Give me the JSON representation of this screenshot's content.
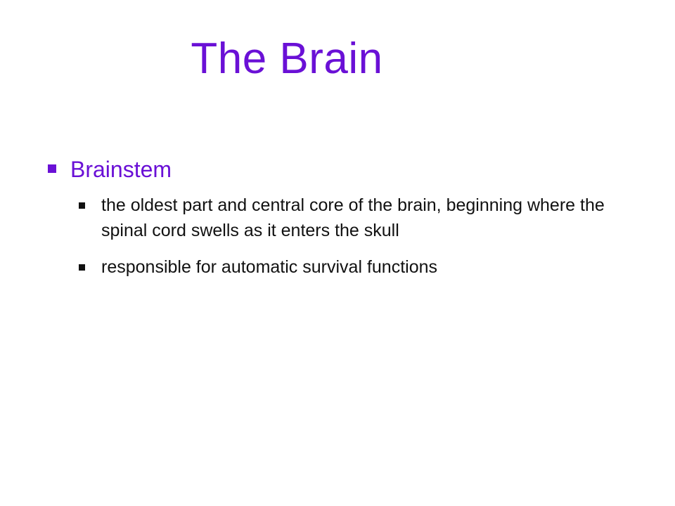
{
  "slide": {
    "title": "The Brain",
    "accent_color": "#6a10d6",
    "text_color": "#111111",
    "bullets": [
      {
        "label": "Brainstem",
        "icon": "square-bullet-icon",
        "sub_bullets": [
          {
            "text": "the oldest part and central core of the brain, beginning where the spinal cord swells as it enters the skull",
            "icon": "square-bullet-icon"
          },
          {
            "text": "responsible for automatic survival functions",
            "icon": "square-bullet-icon"
          }
        ]
      }
    ]
  }
}
